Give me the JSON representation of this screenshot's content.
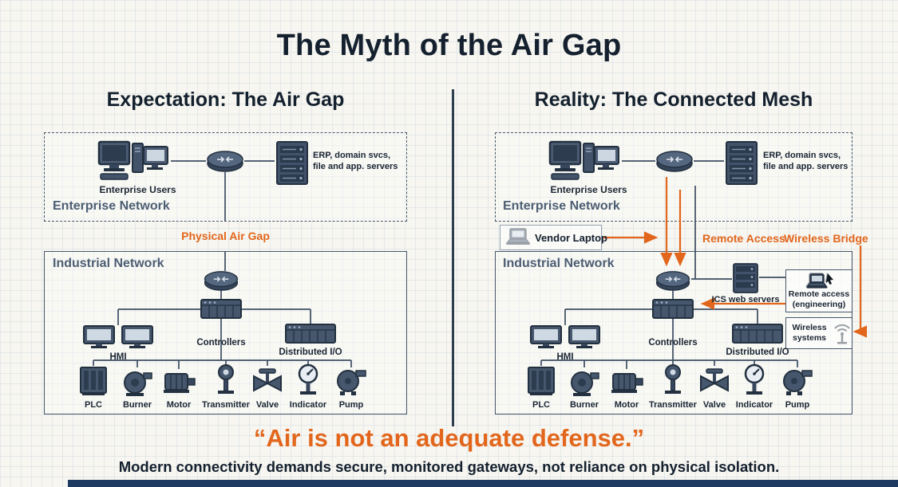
{
  "title": "The Myth of the Air Gap",
  "panels": {
    "left": {
      "heading": "Expectation: The Air Gap",
      "enterprise_label": "Enterprise Network",
      "enterprise_users": "Enterprise Users",
      "erp_servers": "ERP, domain svcs,\nfile and app. servers",
      "air_gap": "Physical Air Gap",
      "industrial_label": "Industrial Network",
      "hmi": "HMI",
      "controllers": "Controllers",
      "distributed_io": "Distributed I/O",
      "devices": [
        "PLC",
        "Burner",
        "Motor",
        "Transmitter",
        "Valve",
        "Indicator",
        "Pump"
      ]
    },
    "right": {
      "heading": "Reality: The Connected Mesh",
      "enterprise_label": "Enterprise Network",
      "enterprise_users": "Enterprise Users",
      "erp_servers": "ERP, domain svcs,\nfile and app. servers",
      "vendor_laptop": "Vendor Laptop",
      "remote_access": "Remote Access",
      "wireless_bridge": "Wireless Bridge",
      "industrial_label": "Industrial Network",
      "ics_web_servers": "ICS web servers",
      "remote_access_engineering": "Remote access\n(engineering)",
      "wireless_systems": "Wireless\nsystems",
      "hmi": "HMI",
      "controllers": "Controllers",
      "distributed_io": "Distributed I/O",
      "devices": [
        "PLC",
        "Burner",
        "Motor",
        "Transmitter",
        "Valve",
        "Indicator",
        "Pump"
      ]
    }
  },
  "footer": {
    "quote": "“Air is not an adequate defense.”",
    "subtitle": "Modern connectivity demands secure, monitored gateways, not reliance on physical isolation."
  },
  "colors": {
    "accent_orange": "#e2661c",
    "ink_navy": "#14202e",
    "steel_label": "#4c5d73",
    "wire": "#3d4d61",
    "bottom_bar": "#1f3a60"
  }
}
